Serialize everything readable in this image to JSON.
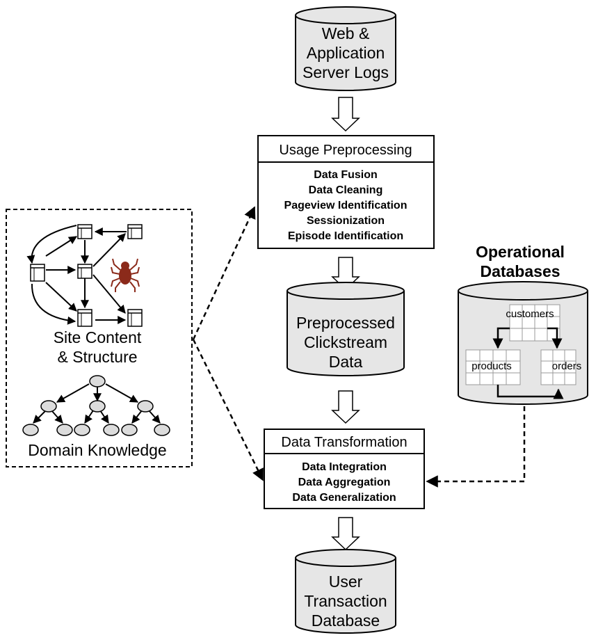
{
  "colors": {
    "stroke": "#000000",
    "cylinder_fill": "#e6e6e6",
    "box_fill": "#ffffff",
    "spider": "#8b2a1a",
    "node_fill": "#dcdcdc"
  },
  "web_logs": {
    "lines": [
      "Web &",
      "Application",
      "Server Logs"
    ]
  },
  "usage_preprocessing": {
    "title": "Usage Preprocessing",
    "steps": [
      "Data Fusion",
      "Data Cleaning",
      "Pageview Identification",
      "Sessionization",
      "Episode Identification"
    ]
  },
  "preprocessed_data": {
    "lines": [
      "Preprocessed",
      "Clickstream",
      "Data"
    ]
  },
  "data_transformation": {
    "title": "Data Transformation",
    "steps": [
      "Data Integration",
      "Data Aggregation",
      "Data Generalization"
    ]
  },
  "user_transaction_db": {
    "lines": [
      "User",
      "Transaction",
      "Database"
    ]
  },
  "site_panel": {
    "site_label": [
      "Site Content",
      "& Structure"
    ],
    "domain_label": "Domain Knowledge",
    "page_icon": "page-icon",
    "spider_icon": "spider-icon"
  },
  "operational_db": {
    "title": [
      "Operational",
      "Databases"
    ],
    "customers": "customers",
    "products": "products",
    "orders": "orders"
  }
}
